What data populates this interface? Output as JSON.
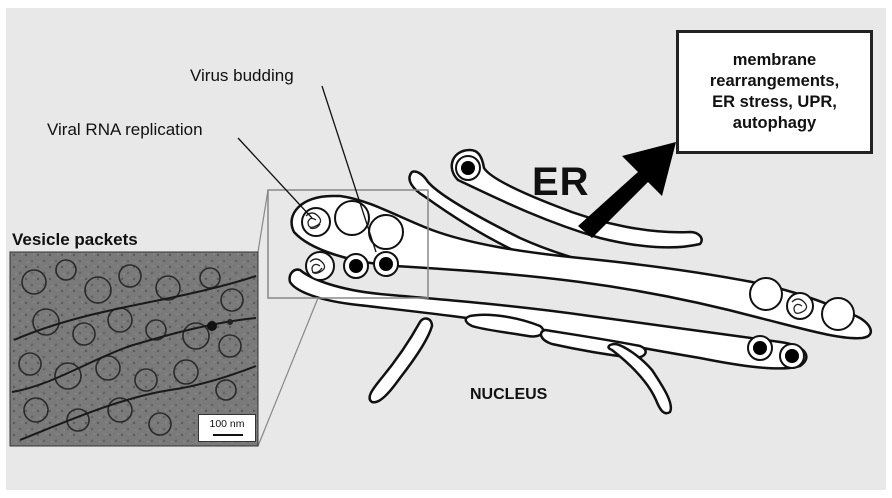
{
  "labels": {
    "virus_budding": "Virus budding",
    "viral_rna_replication": "Viral RNA replication",
    "vesicle_packets": "Vesicle packets",
    "er": "ER",
    "nucleus": "NUCLEUS"
  },
  "box": {
    "lines": [
      "membrane",
      "rearrangements,",
      "ER stress, UPR,",
      "autophagy"
    ]
  },
  "scale_bar": {
    "label": "100 nm"
  },
  "colors": {
    "background": "#e8e8e8",
    "membrane": "#111111",
    "arrow": "#000000",
    "zoom_box": "#888888"
  }
}
